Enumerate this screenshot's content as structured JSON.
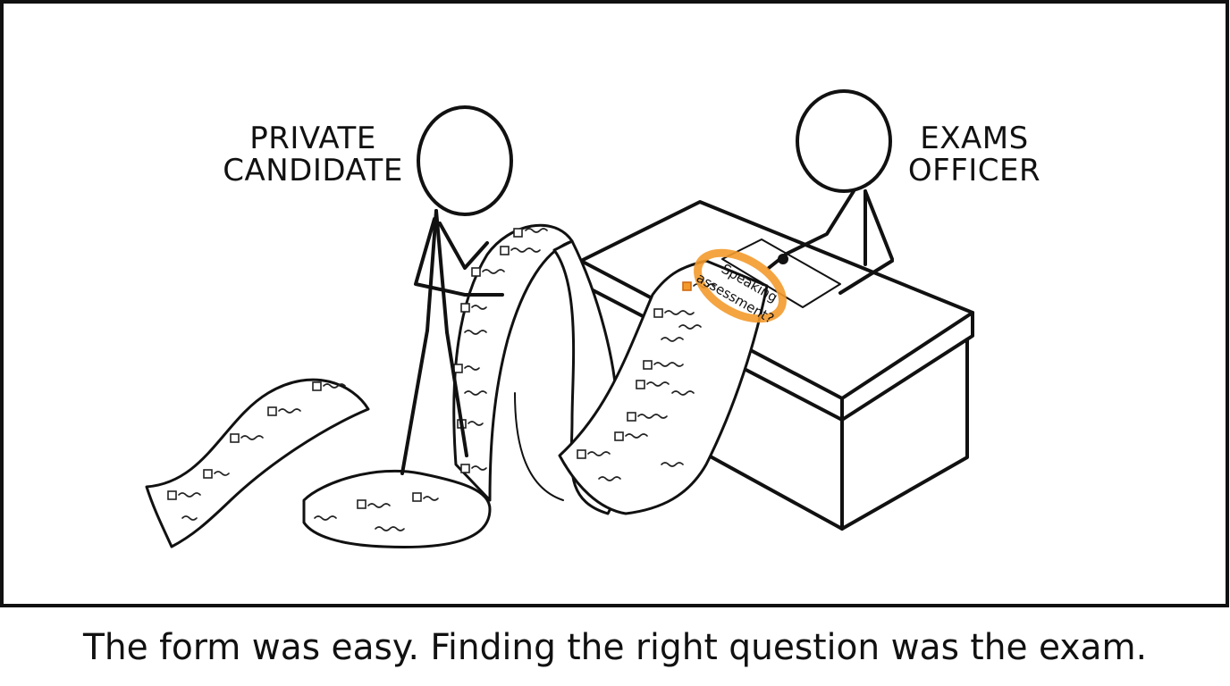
{
  "comic": {
    "labels": {
      "candidate_line1": "PRIVATE",
      "candidate_line2": "CANDIDATE",
      "officer_line1": "EXAMS",
      "officer_line2": "OFFICER"
    },
    "highlight": {
      "line1": "Speaking",
      "line2": "assessment?"
    },
    "caption": "The form was easy. Finding the right question was the exam.",
    "colors": {
      "ink": "#111111",
      "highlight": "#f39a2c"
    }
  }
}
